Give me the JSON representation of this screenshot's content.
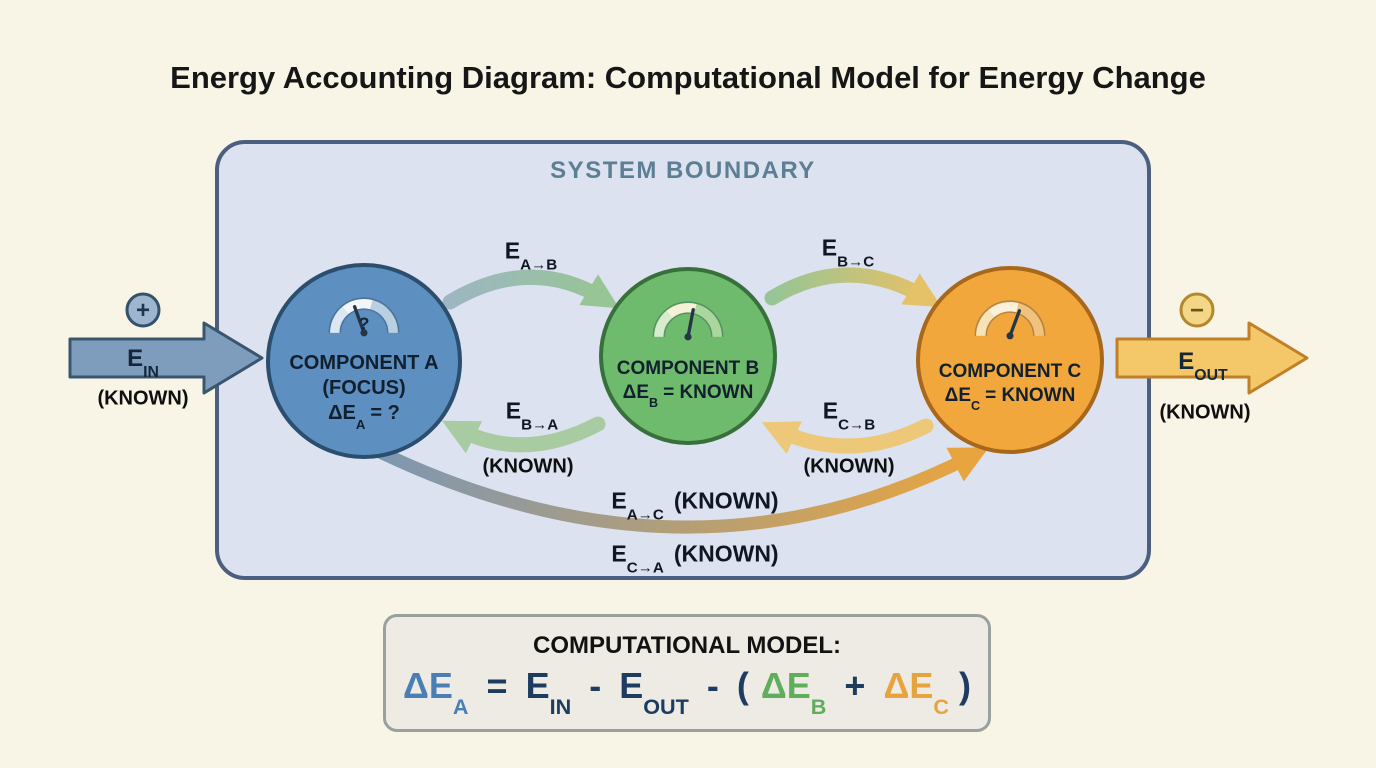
{
  "title": "Energy Accounting Diagram: Computational Model for Energy Change",
  "system": {
    "boundary_label": "SYSTEM BOUNDARY"
  },
  "external": {
    "e_in": {
      "symbol": "E",
      "sub": "IN",
      "known": "(KNOWN)",
      "sign": "+"
    },
    "e_out": {
      "symbol": "E",
      "sub": "OUT",
      "known": "(KNOWN)",
      "sign": "−"
    }
  },
  "components": {
    "a": {
      "name": "COMPONENT A",
      "tag": "(FOCUS)",
      "delta": "ΔE",
      "delta_sub": "A",
      "delta_eq": "= ?",
      "gauge": "?"
    },
    "b": {
      "name": "COMPONENT B",
      "delta": "ΔE",
      "delta_sub": "B",
      "delta_eq": "= KNOWN"
    },
    "c": {
      "name": "COMPONENT C",
      "delta": "ΔE",
      "delta_sub": "C",
      "delta_eq": "= KNOWN"
    }
  },
  "flows": {
    "a_to_b": {
      "symbol": "E",
      "sub": "A→B"
    },
    "b_to_a": {
      "symbol": "E",
      "sub": "B→A",
      "known": "(KNOWN)"
    },
    "b_to_c": {
      "symbol": "E",
      "sub": "B→C"
    },
    "c_to_b": {
      "symbol": "E",
      "sub": "C→B",
      "known": "(KNOWN)"
    },
    "a_to_c": {
      "symbol": "E",
      "sub": "A→C",
      "known": "(KNOWN)"
    },
    "c_to_a": {
      "symbol": "E",
      "sub": "C→A",
      "known": "(KNOWN)"
    }
  },
  "model": {
    "title": "COMPUTATIONAL MODEL:",
    "terms": {
      "dea": {
        "t": "ΔE",
        "sub": "A"
      },
      "eq": "=",
      "ein": {
        "t": "E",
        "sub": "IN"
      },
      "minus1": "-",
      "eout": {
        "t": "E",
        "sub": "OUT"
      },
      "minus2": "-",
      "open": "(",
      "deb": {
        "t": "ΔE",
        "sub": "B"
      },
      "plus": "+",
      "dec": {
        "t": "ΔE",
        "sub": "C"
      },
      "close": ")"
    }
  },
  "colors": {
    "background": "#f8f5e7",
    "boundary_fill": "#dce2f0",
    "boundary_border": "#4d5f7e",
    "component_a": "#5d8fc0",
    "component_b": "#6fbb6d",
    "component_c": "#f2a73d",
    "e_in_arrow": "#7e9cbb",
    "e_out_arrow": "#f4c868",
    "formula_blue": "#4a7fb5",
    "formula_navy": "#1e3c5f",
    "formula_green": "#5fae5c",
    "formula_orange": "#e9a33c"
  }
}
